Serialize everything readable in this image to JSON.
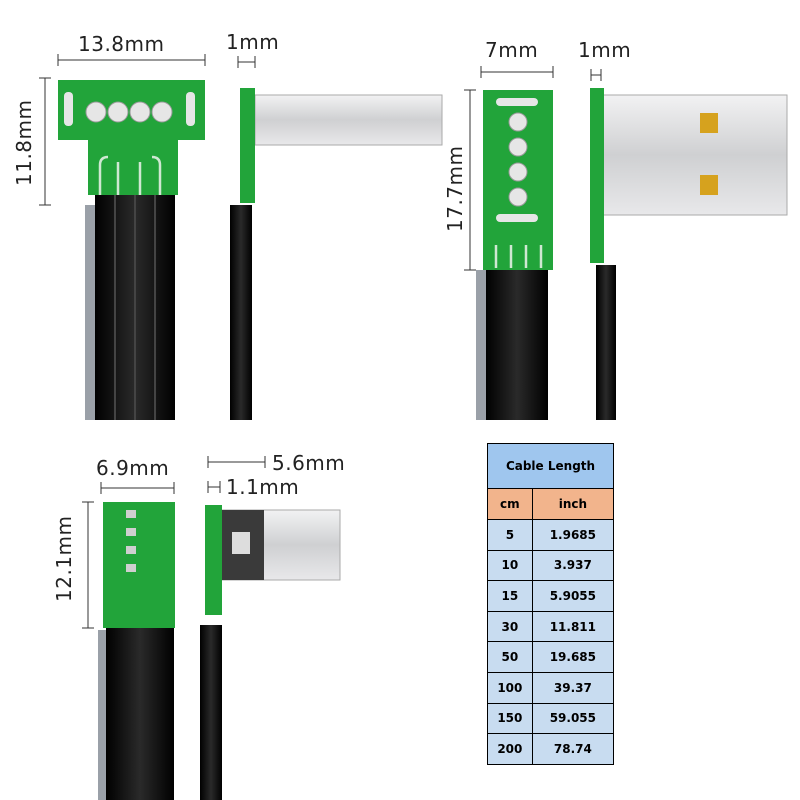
{
  "dimensions": {
    "p1_width": "13.8mm",
    "p1_height": "11.8mm",
    "p1_side": "1mm",
    "p2_width": "7mm",
    "p2_side": "1mm",
    "p2_height": "17.7mm",
    "p3_width": "6.9mm",
    "p3_height": "12.1mm",
    "p3_side_plug": "5.6mm",
    "p3_side_thick": "1.1mm"
  },
  "table": {
    "title": "Cable Length",
    "col_cm": "cm",
    "col_inch": "inch",
    "rows": [
      {
        "cm": "5",
        "inch": "1.9685"
      },
      {
        "cm": "10",
        "inch": "3.937"
      },
      {
        "cm": "15",
        "inch": "5.9055"
      },
      {
        "cm": "30",
        "inch": "11.811"
      },
      {
        "cm": "50",
        "inch": "19.685"
      },
      {
        "cm": "100",
        "inch": "39.37"
      },
      {
        "cm": "150",
        "inch": "59.055"
      },
      {
        "cm": "200",
        "inch": "78.74"
      }
    ]
  },
  "colors": {
    "pcb_green": "#22a43a",
    "cable_black": "#111111",
    "metal": "#d9dadc",
    "table_header": "#9fc6ee",
    "table_unit": "#f2b48c",
    "table_body": "#c8dcf0"
  }
}
